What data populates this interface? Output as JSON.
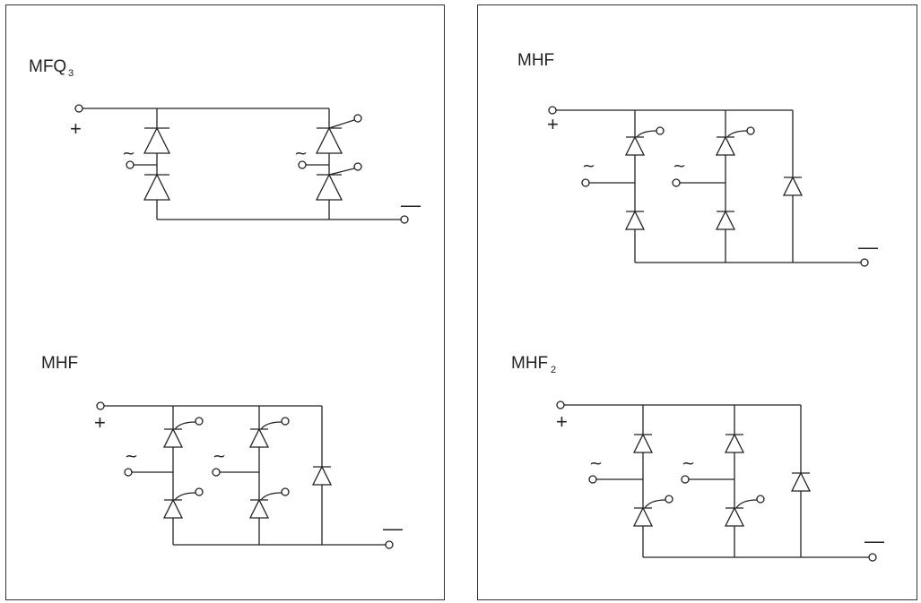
{
  "circuits": {
    "mfq3": {
      "name": "MFQ",
      "subscript": "3",
      "plus": "+",
      "minus": "—",
      "ac": "~"
    },
    "mhf_top": {
      "name": "MHF",
      "plus": "+",
      "minus": "—",
      "ac": "~"
    },
    "mhf_bottom": {
      "name": "MHF",
      "plus": "+",
      "minus": "—",
      "ac": "~"
    },
    "mhf2": {
      "name": "MHF",
      "subscript": "2",
      "plus": "+",
      "minus": "—",
      "ac": "~"
    }
  },
  "style": {
    "line_color": "#222222",
    "background": "#ffffff"
  }
}
